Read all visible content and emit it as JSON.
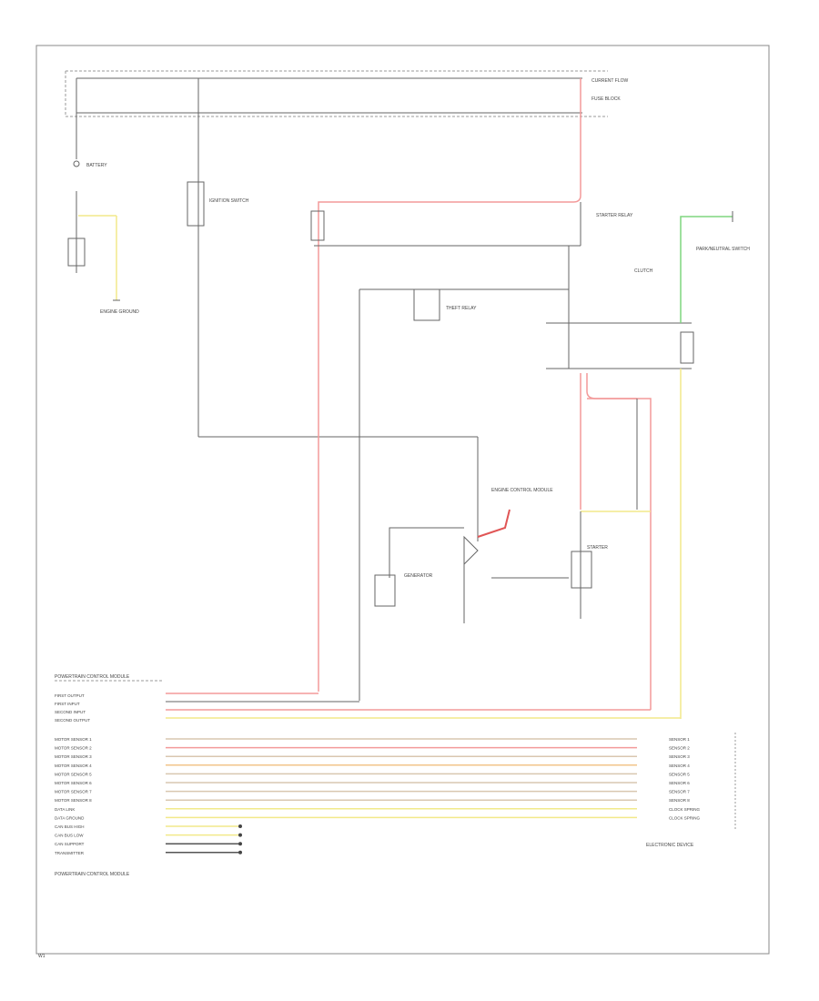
{
  "diagram": {
    "colors": {
      "black": "#555555",
      "red": "#f39a9a",
      "yellow": "#f2e98a",
      "green": "#7fd67f",
      "tan": "#d9c7b0",
      "orange": "#f2c48a",
      "frame": "#888888"
    },
    "labels": {
      "hot_at_all_times": "CURRENT FLOW",
      "fuse_block": "FUSE BLOCK",
      "battery": "BATTERY",
      "engine_ground": "ENGINE GROUND",
      "starter_relay": "STARTER RELAY",
      "park_neutral": "PARK/NEUTRAL SWITCH",
      "clutch": "CLUTCH",
      "theft_relay": "THEFT RELAY",
      "starter": "STARTER",
      "generator": "GENERATOR",
      "engine_control_module": "ENGINE CONTROL MODULE",
      "ignition_switch": "IGNITION SWITCH",
      "pcm_title": "POWERTRAIN CONTROL MODULE"
    },
    "left_pins": [
      "FIRST OUTPUT",
      "FIRST INPUT",
      "SECOND INPUT",
      "SECOND OUTPUT"
    ],
    "bus_pins": [
      "MOTOR SENSOR 1",
      "MOTOR SENSOR 2",
      "MOTOR SENSOR 3",
      "MOTOR SENSOR 4",
      "MOTOR SENSOR 5",
      "MOTOR SENSOR 6",
      "MOTOR SENSOR 7",
      "MOTOR SENSOR 8",
      "DATA LINK",
      "DATA GROUND",
      "CAN BUS HIGH",
      "CAN BUS LOW",
      "CAN SUPPORT",
      "TRANSMITTER"
    ],
    "bus_right_labels": [
      "SENSOR 1",
      "SENSOR 2",
      "SENSOR 3",
      "SENSOR 4",
      "SENSOR 5",
      "SENSOR 6",
      "SENSOR 7",
      "SENSOR 8",
      "CLOCK SPRING",
      "CLOCK SPRING"
    ],
    "bottom_right_caption": "ELECTRONIC DEVICE",
    "bottom_left_caption": "POWERTRAIN CONTROL MODULE",
    "footer": "W1"
  }
}
